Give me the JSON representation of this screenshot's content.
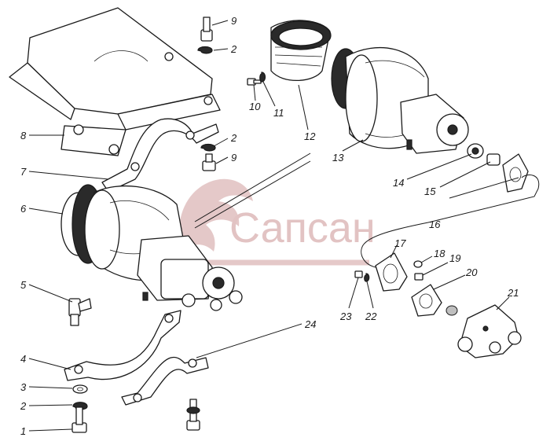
{
  "watermark": {
    "text": "Сапсан",
    "color": "#e2c3c3"
  },
  "callouts": [
    {
      "id": "c1",
      "label": "1"
    },
    {
      "id": "c2a",
      "label": "2"
    },
    {
      "id": "c3",
      "label": "3"
    },
    {
      "id": "c4",
      "label": "4"
    },
    {
      "id": "c5",
      "label": "5"
    },
    {
      "id": "c6",
      "label": "6"
    },
    {
      "id": "c7",
      "label": "7"
    },
    {
      "id": "c8",
      "label": "8"
    },
    {
      "id": "c9a",
      "label": "9"
    },
    {
      "id": "c2b",
      "label": "2"
    },
    {
      "id": "c2c",
      "label": "2"
    },
    {
      "id": "c9b",
      "label": "9"
    },
    {
      "id": "c10",
      "label": "10"
    },
    {
      "id": "c11",
      "label": "11"
    },
    {
      "id": "c12",
      "label": "12"
    },
    {
      "id": "c13",
      "label": "13"
    },
    {
      "id": "c14",
      "label": "14"
    },
    {
      "id": "c15",
      "label": "15"
    },
    {
      "id": "c16",
      "label": "16"
    },
    {
      "id": "c17",
      "label": "17"
    },
    {
      "id": "c18",
      "label": "18"
    },
    {
      "id": "c19",
      "label": "19"
    },
    {
      "id": "c20",
      "label": "20"
    },
    {
      "id": "c21",
      "label": "21"
    },
    {
      "id": "c22",
      "label": "22"
    },
    {
      "id": "c23",
      "label": "23"
    },
    {
      "id": "c24",
      "label": "24"
    }
  ]
}
